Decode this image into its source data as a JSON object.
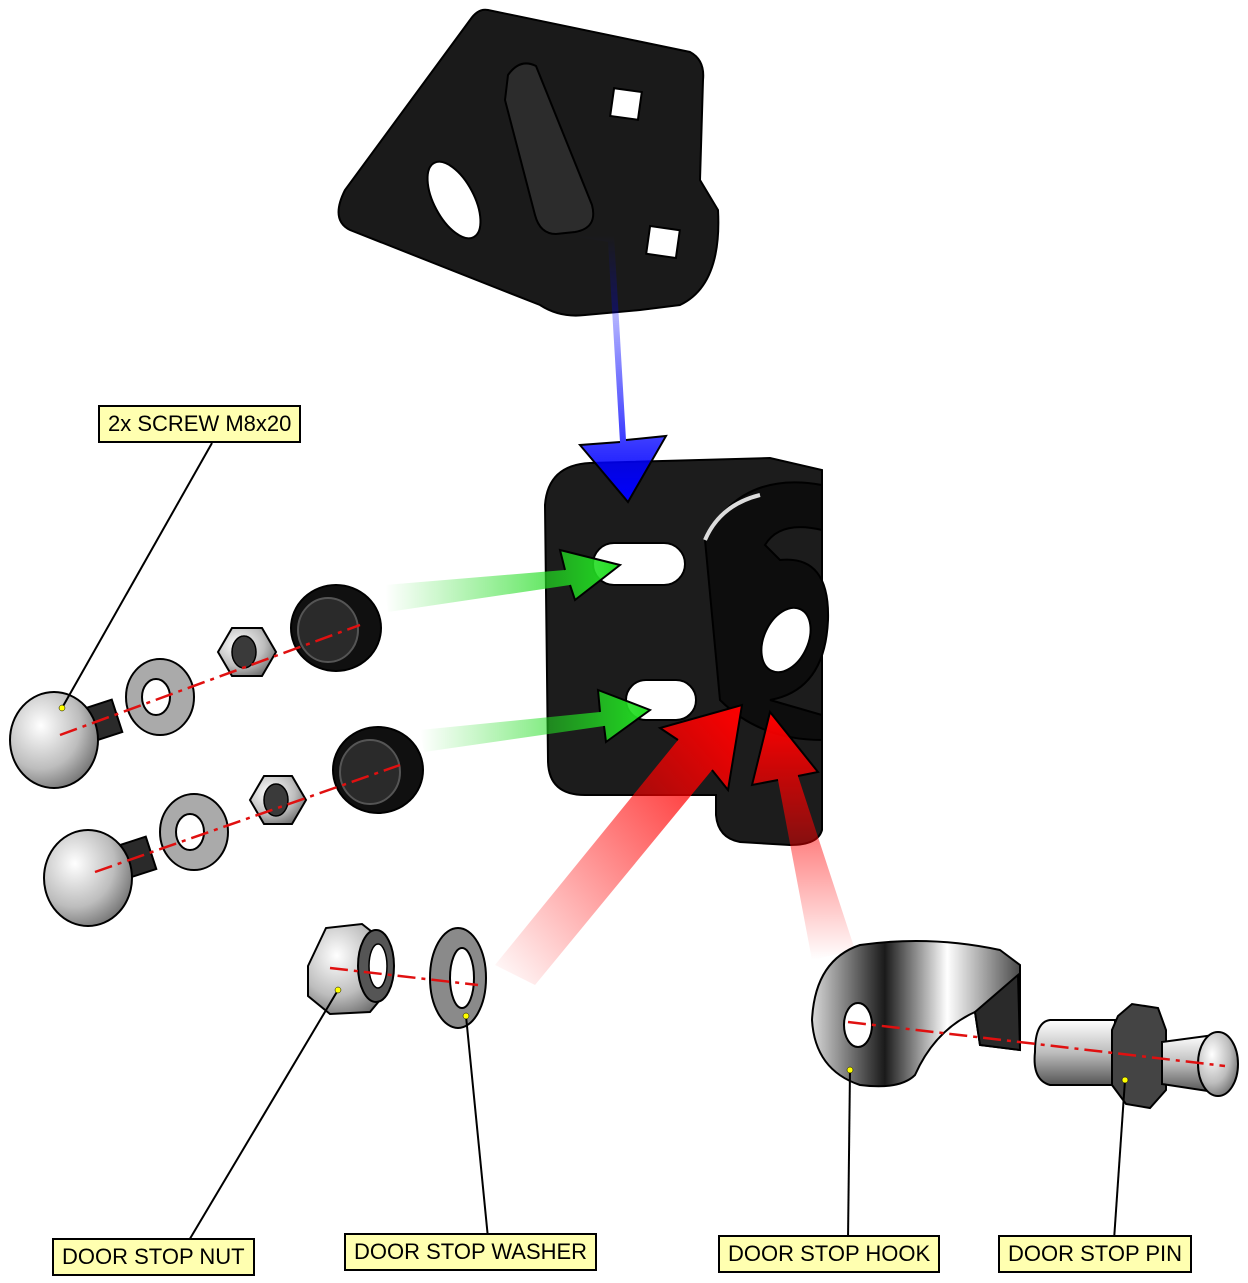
{
  "labels": {
    "screw": "2x SCREW M8x20",
    "nut": "DOOR STOP NUT",
    "washer": "DOOR STOP WASHER",
    "hook": "DOOR STOP HOOK",
    "pin": "DOOR STOP PIN"
  },
  "colors": {
    "part_dark": "#1c1c1c",
    "metal": "#c8c8c8",
    "axis": "#e01010",
    "arrow_blue": "#0000ff",
    "arrow_green": "#22dd22",
    "arrow_red": "#ff0000",
    "label_bg": "#ffffb0"
  }
}
